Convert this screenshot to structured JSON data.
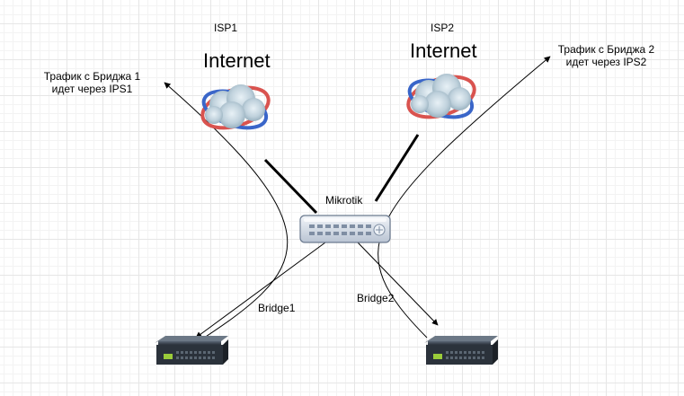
{
  "isp1": {
    "label": "ISP1",
    "title": "Internet"
  },
  "isp2": {
    "label": "ISP2",
    "title": "Internet"
  },
  "router": {
    "label": "Mikrotik"
  },
  "bridge1": {
    "label": "Bridge1"
  },
  "bridge2": {
    "label": "Bridge2"
  },
  "note1": {
    "line1": "Трафик с Бриджа 1",
    "line2": "идет через IPS1"
  },
  "note2": {
    "line1": "Трафик с Бриджа 2",
    "line2": "идет через IPS2"
  },
  "colors": {
    "line": "#000000",
    "cloud": "#b9cbd6",
    "ring_red": "#d9534f",
    "ring_blue": "#3a66c9",
    "router_body": "#d9e1ec",
    "switch_body": "#2c333d"
  }
}
